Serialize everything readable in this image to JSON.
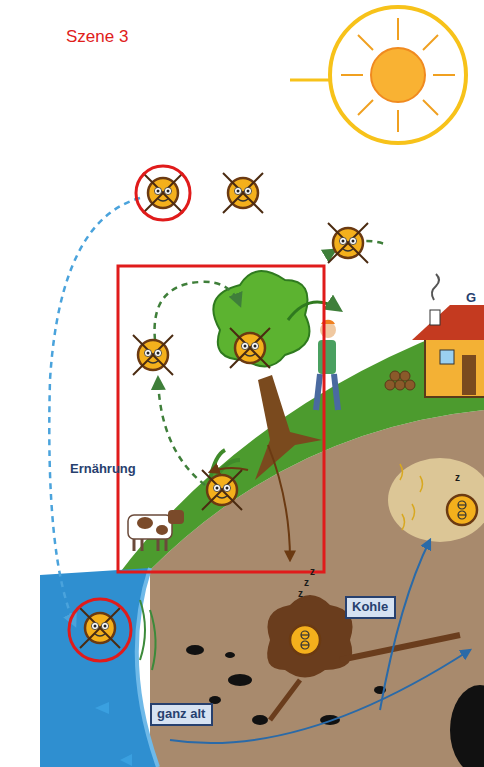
{
  "diagram": {
    "nodes": [
      {
        "text": [
          "Kohle"
        ]
      },
      {
        "text": [
          "ganz alt"
        ]
      }
    ],
    "labels": [
      "Szene 3",
      "Ernährung",
      "G",
      "z",
      "z",
      "z",
      "z"
    ]
  }
}
